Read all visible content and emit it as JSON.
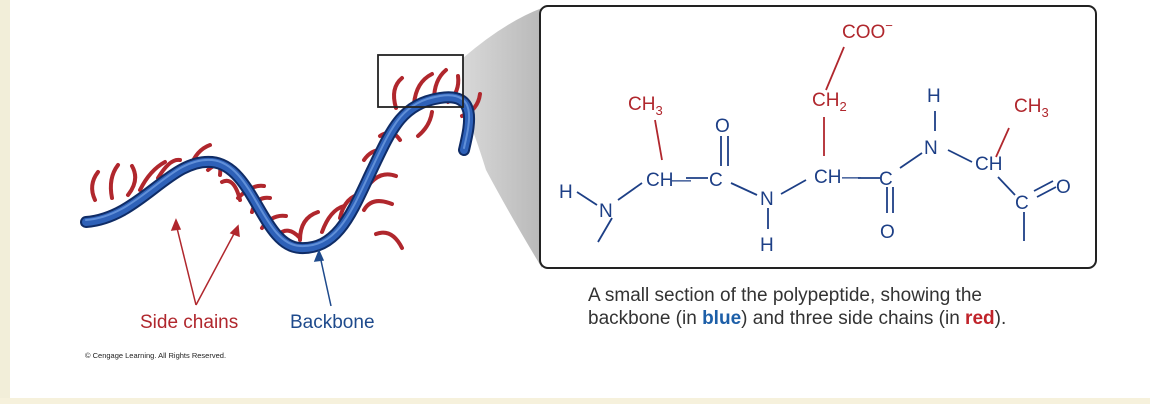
{
  "labels": {
    "side_chains": "Side chains",
    "backbone": "Backbone"
  },
  "caption": {
    "part1": "A small section of the polypeptide, showing the",
    "part2a": "backbone (in ",
    "blue": "blue",
    "part2b": ") and three side chains (in ",
    "red": "red",
    "part2c": ")."
  },
  "copyright": "© Cengage Learning. All Rights Reserved.",
  "chem": {
    "coo": "COO",
    "coo_charge": "−",
    "ch3": "CH",
    "ch2": "CH",
    "sub3": "3",
    "sub2": "2",
    "h": "H",
    "n": "N",
    "c": "C",
    "ch": "CH",
    "o": "O"
  },
  "colors": {
    "backbone": "#1d3f86",
    "side_chain": "#b0272d"
  }
}
